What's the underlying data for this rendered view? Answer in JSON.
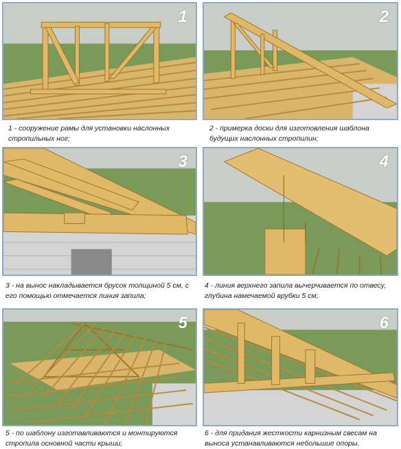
{
  "steps": [
    {
      "number": "1",
      "caption": "1 - сооружение рамы для установки наслонных стропильных ног;"
    },
    {
      "number": "2",
      "caption": "2 - примерка доски для изготовления шаблона будущих наслонных стропилин;"
    },
    {
      "number": "3",
      "caption": "3 - на вынос накладывается брусок толщиной 5 см, с его помощью отмечается линия запила;"
    },
    {
      "number": "4",
      "caption": "4 - линия верхнего запила вычерчивается по отвесу, глубина намечаемой врубки 5 см;"
    },
    {
      "number": "5",
      "caption": "5 - по шаблону изготавливаются и монтируются стропила основной части крыши;"
    },
    {
      "number": "6",
      "caption": "6 - для придания жесткости карнизным свесам на выноса устанавливаются небольшие опоры."
    }
  ],
  "colors": {
    "panel_border": "#8fa9c9",
    "sky": "#c9cec9",
    "grass": "#7a9a5a",
    "wood": "#e0b867",
    "wood_dark": "#b88a3e",
    "brick": "#d4d4d4",
    "number": "#ffffff"
  }
}
